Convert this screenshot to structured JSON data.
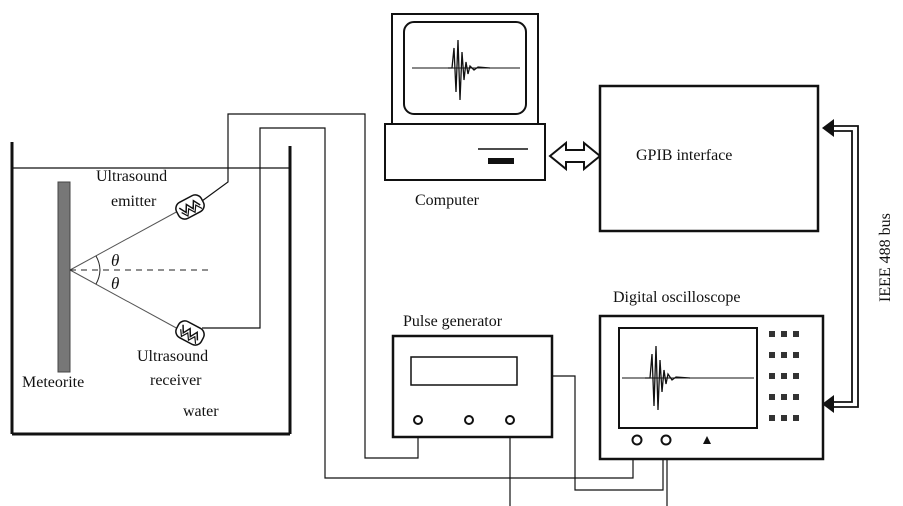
{
  "labels": {
    "ultrasound_emitter_line1": "Ultrasound",
    "ultrasound_emitter_line2": "emitter",
    "ultrasound_receiver_line1": "Ultrasound",
    "ultrasound_receiver_line2": "receiver",
    "meteorite": "Meteorite",
    "water": "water",
    "theta_top": "θ",
    "theta_bottom": "θ",
    "computer": "Computer",
    "gpib_interface": "GPIB interface",
    "ieee_bus": "IEEE 488 bus",
    "pulse_generator": "Pulse generator",
    "digital_oscilloscope": "Digital oscilloscope"
  },
  "colors": {
    "line": "#111111",
    "meteorite_fill": "#777777",
    "screen_fill": "#ffffff",
    "panel_fill": "#eeeeee"
  }
}
